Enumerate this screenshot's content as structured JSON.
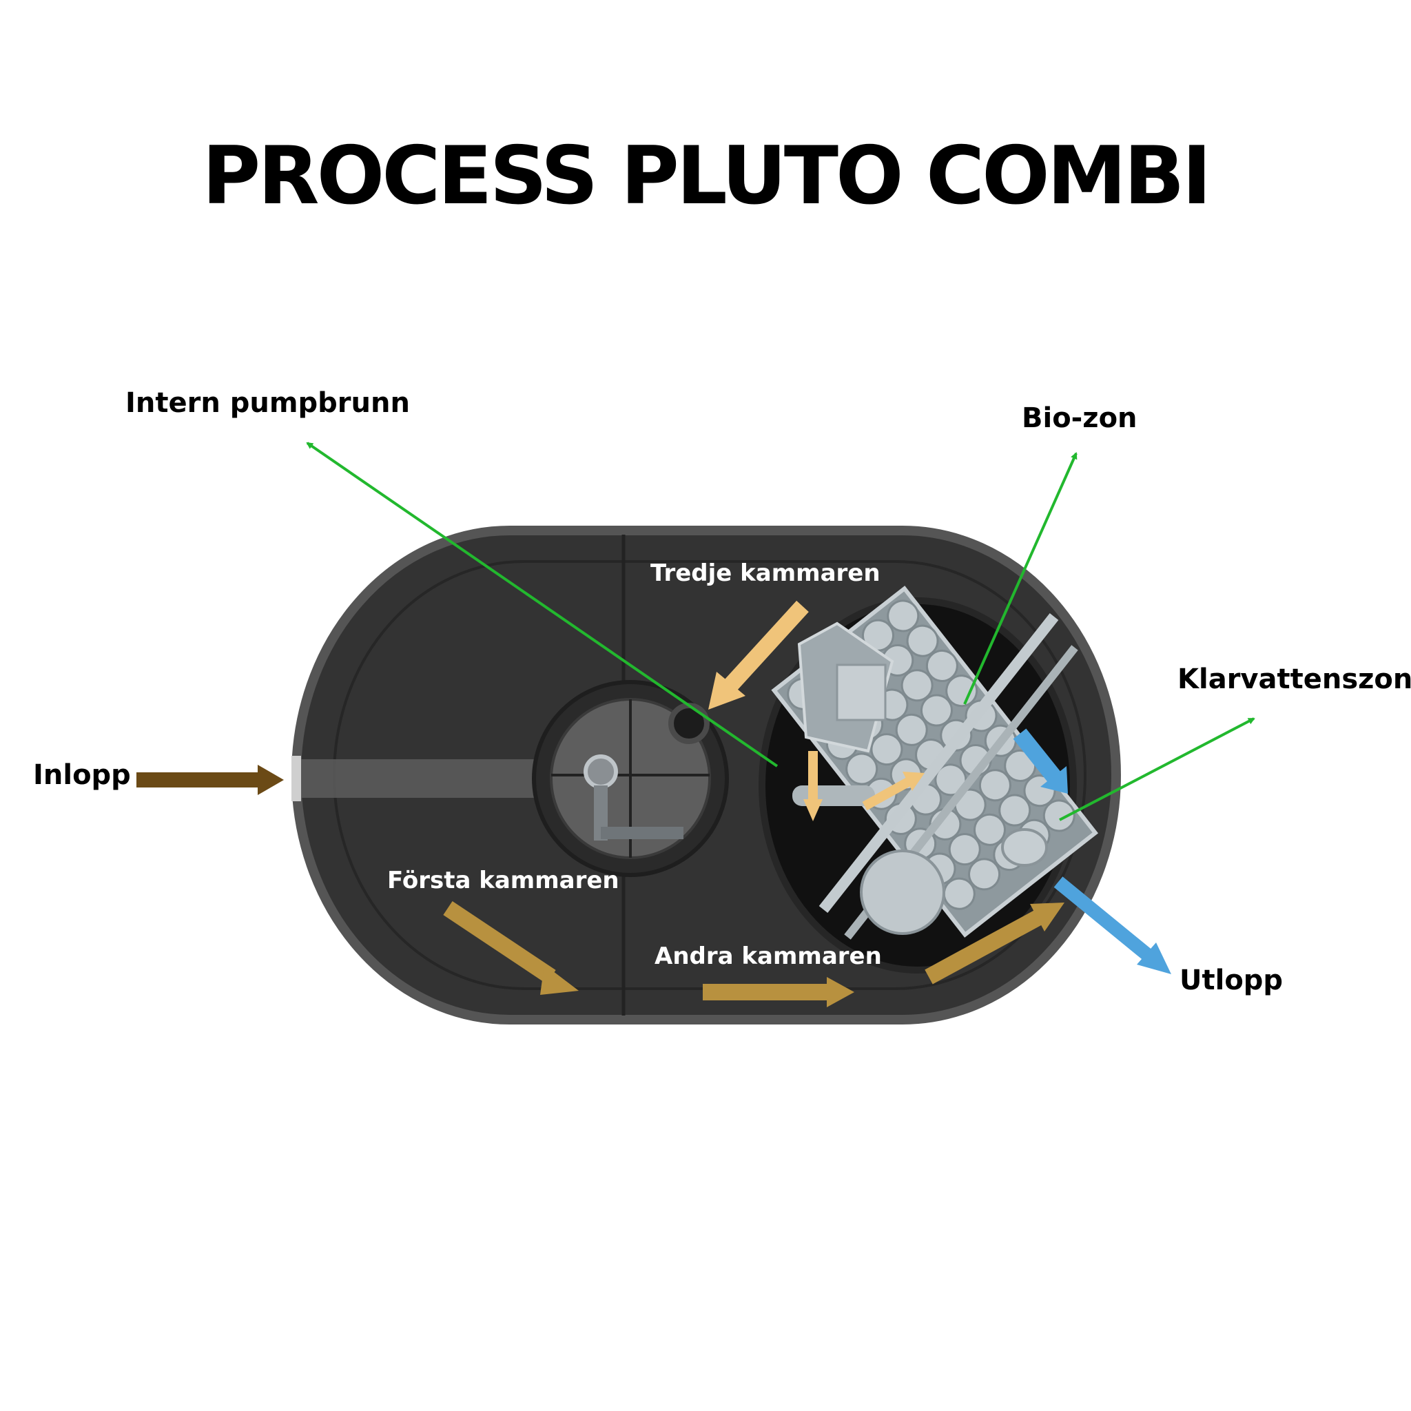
{
  "title": "PROCESS PLUTO COMBI",
  "labels": {
    "intern_pumpbrunn": "Intern pumpbrunn",
    "bio_zon": "Bio-zon",
    "klarvattenszon": "Klarvattenszon",
    "inlopp": "Inlopp",
    "utlopp": "Utlopp",
    "tredje_kammaren": "Tredje kammaren",
    "forsta_kammaren": "Första kammaren",
    "andra_kammaren": "Andra kammaren"
  },
  "colors": {
    "tank_body": "#333333",
    "tank_rim": "#555555",
    "callout_line": "#22b82e",
    "flow_arrow_tan": "#b8913f",
    "flow_arrow_light": "#f0c47a",
    "outlet_arrow": "#4fa3dd",
    "inlet_arrow": "#6b4a16",
    "media_grey": "#b6bfc4"
  }
}
